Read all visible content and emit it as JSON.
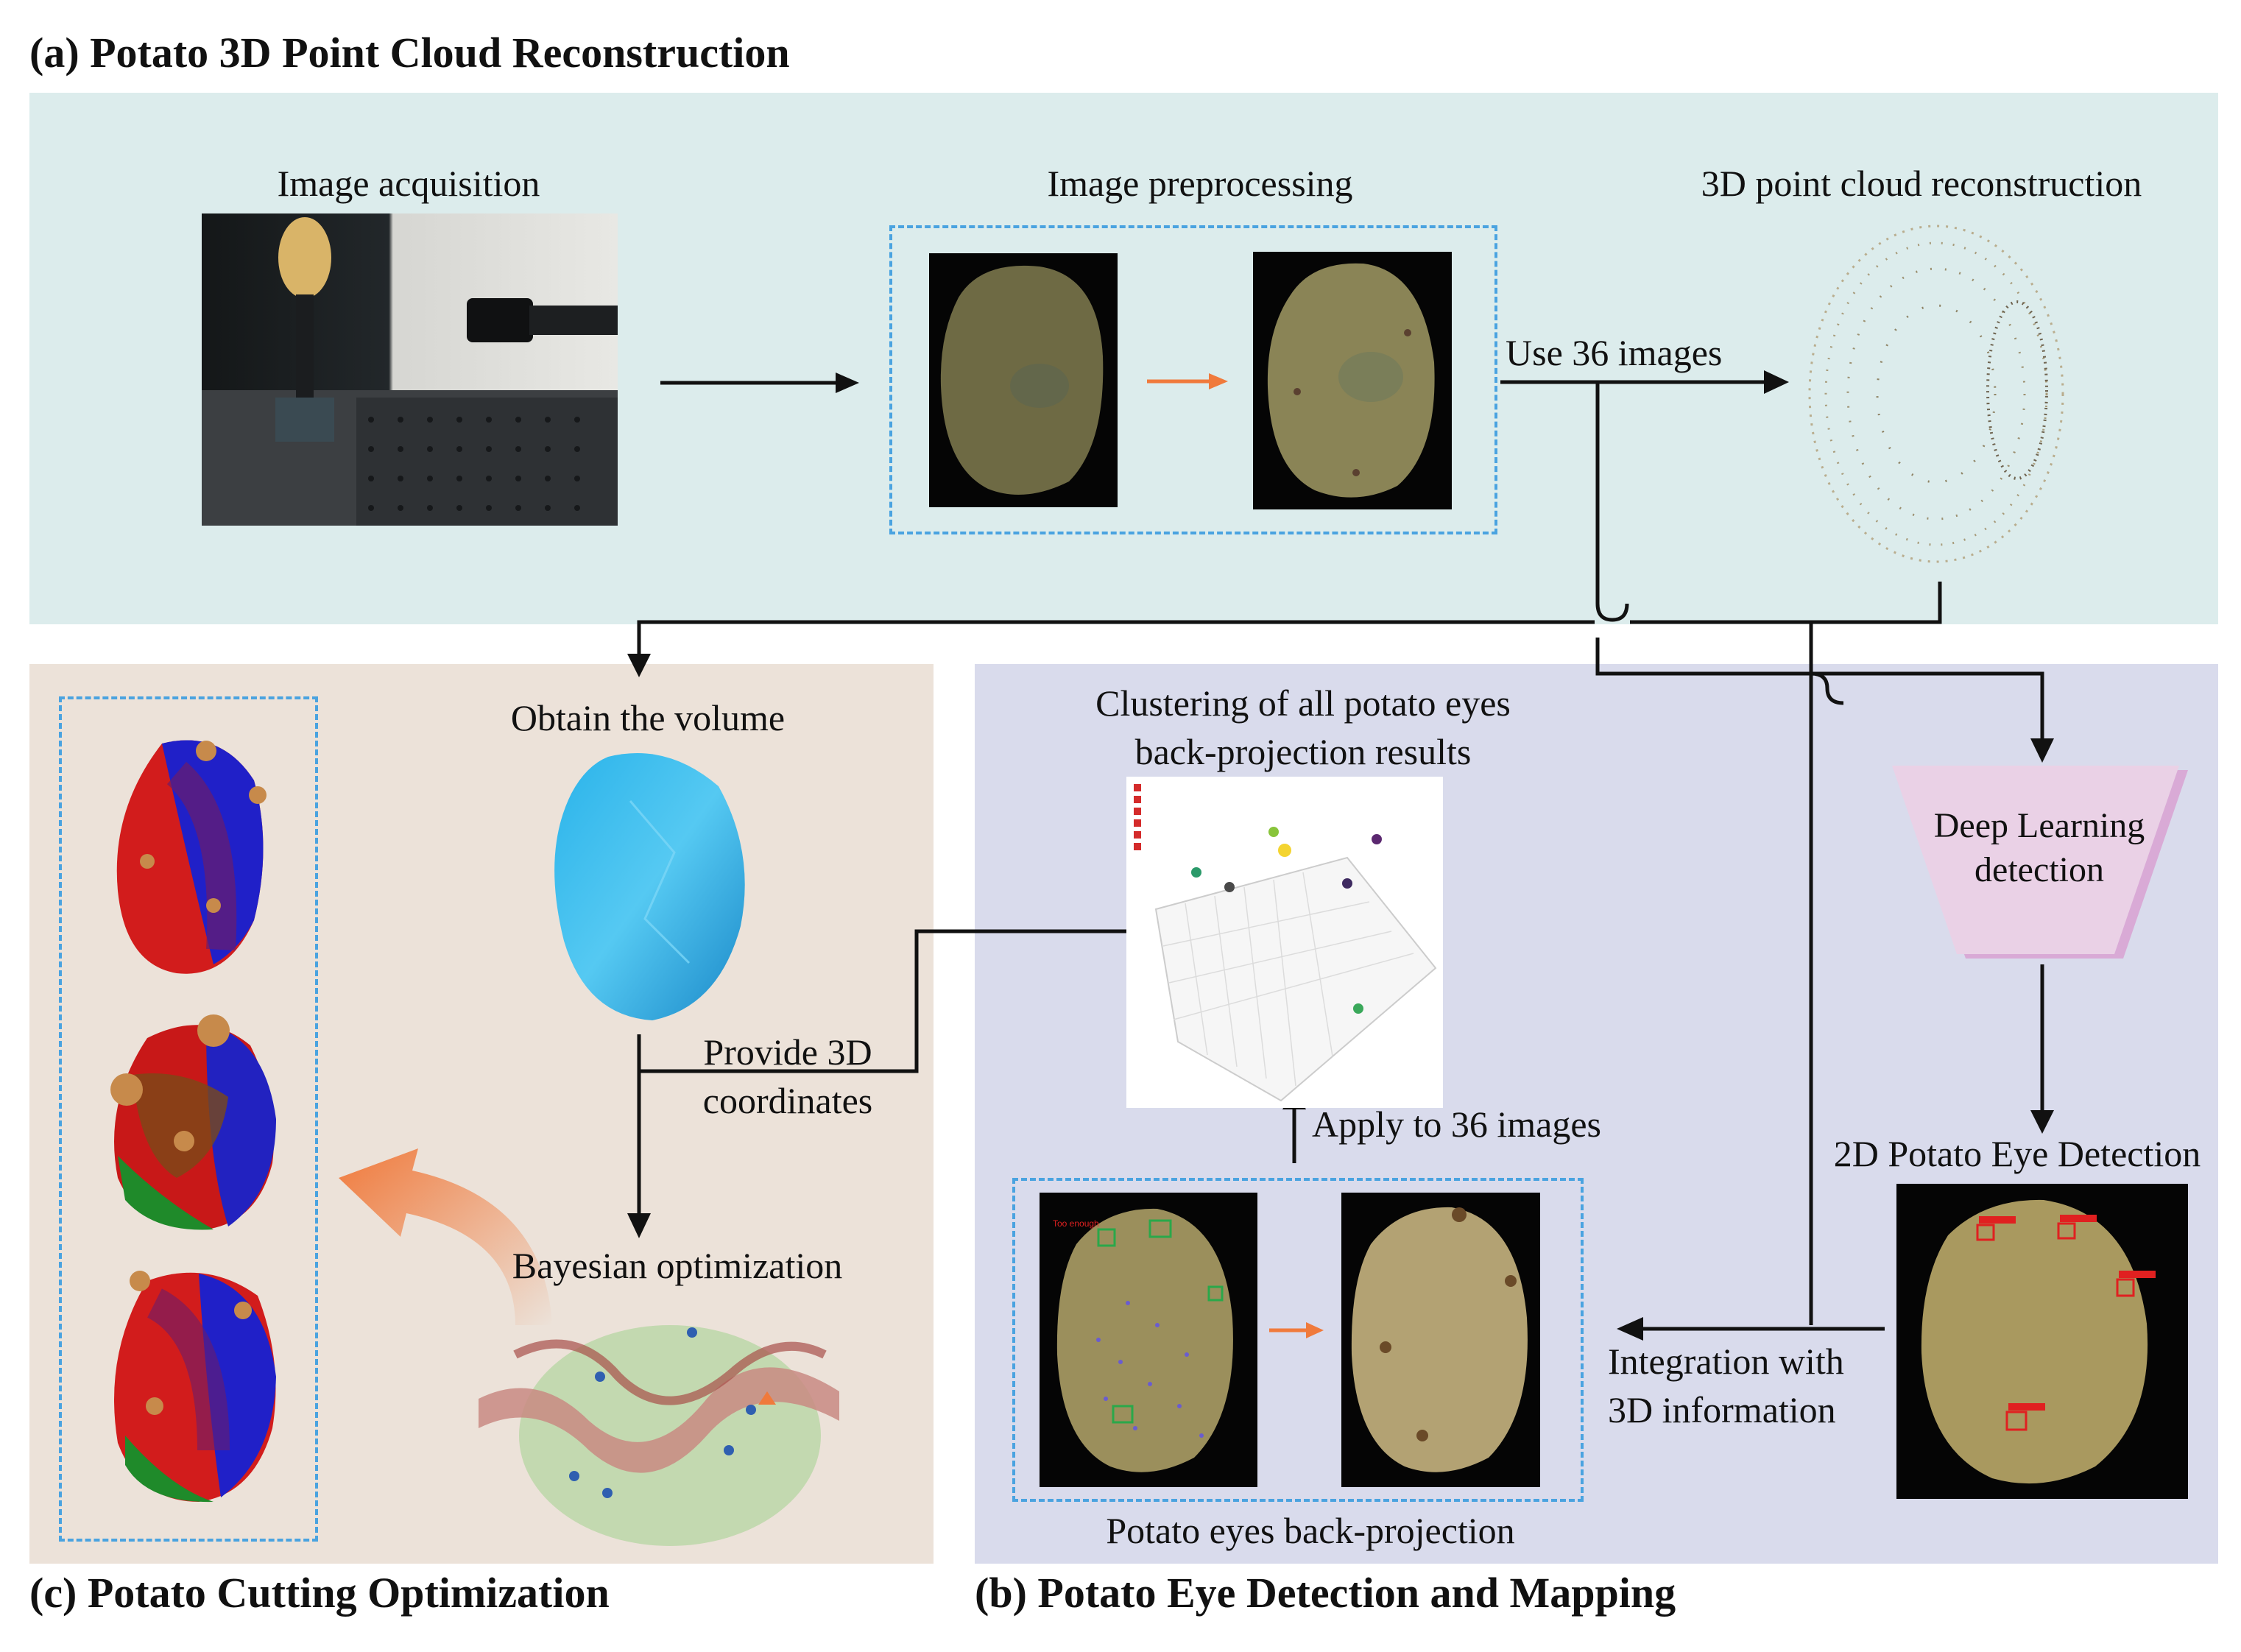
{
  "sections": {
    "a_title": "(a) Potato 3D Point Cloud Reconstruction",
    "b_title": "(b) Potato Eye Detection and Mapping",
    "c_title": "(c) Potato Cutting Optimization"
  },
  "panel_a": {
    "image_acquisition": "Image acquisition",
    "image_preprocessing": "Image preprocessing",
    "point_cloud": "3D point cloud reconstruction",
    "use_images": "Use 36 images"
  },
  "panel_b": {
    "clustering_line1": "Clustering of all potato eyes",
    "clustering_line2": "back-projection results",
    "deep_learning_line1": "Deep Learning",
    "deep_learning_line2": "detection",
    "eye_detection_2d": "2D Potato Eye Detection",
    "apply_images": "Apply to 36 images",
    "integration_line1": "Integration with",
    "integration_line2": "3D information",
    "back_projection": "Potato eyes back-projection"
  },
  "panel_c": {
    "obtain_volume": "Obtain the volume",
    "provide_line1": "Provide 3D",
    "provide_line2": "coordinates",
    "bayesian": "Bayesian optimization"
  },
  "colors": {
    "panel_a_bg": "#dcecec",
    "panel_b_bg": "#d9dbec",
    "panel_c_bg": "#ece2d9",
    "dash": "#4aa3e0",
    "accent_orange": "#f07a3c"
  }
}
